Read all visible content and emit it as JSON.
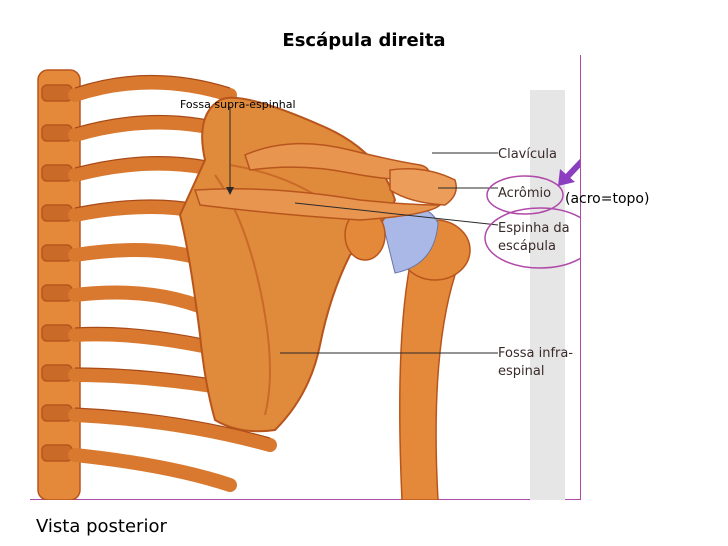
{
  "title": "Escápula direita",
  "labels": {
    "fossa_supra": "Fossa supra-espinhal",
    "clavicula": "Clavícula",
    "acromio": "Acrômio",
    "espinha_line1": "Espinha da",
    "espinha_line2": "escápula",
    "fossa_infra_line1": "Fossa infra-",
    "fossa_infra_line2": "espinal"
  },
  "acro_note": "(acro=topo)",
  "view": "Vista posterior",
  "colors": {
    "bone": "#e08a3c",
    "bone_dark": "#b8551c",
    "cartilage": "#a9b8e6",
    "highlight": "#b04aa8",
    "arrow": "#8b3fc0"
  },
  "icons": {
    "arrow": "down-left-arrow-icon"
  }
}
